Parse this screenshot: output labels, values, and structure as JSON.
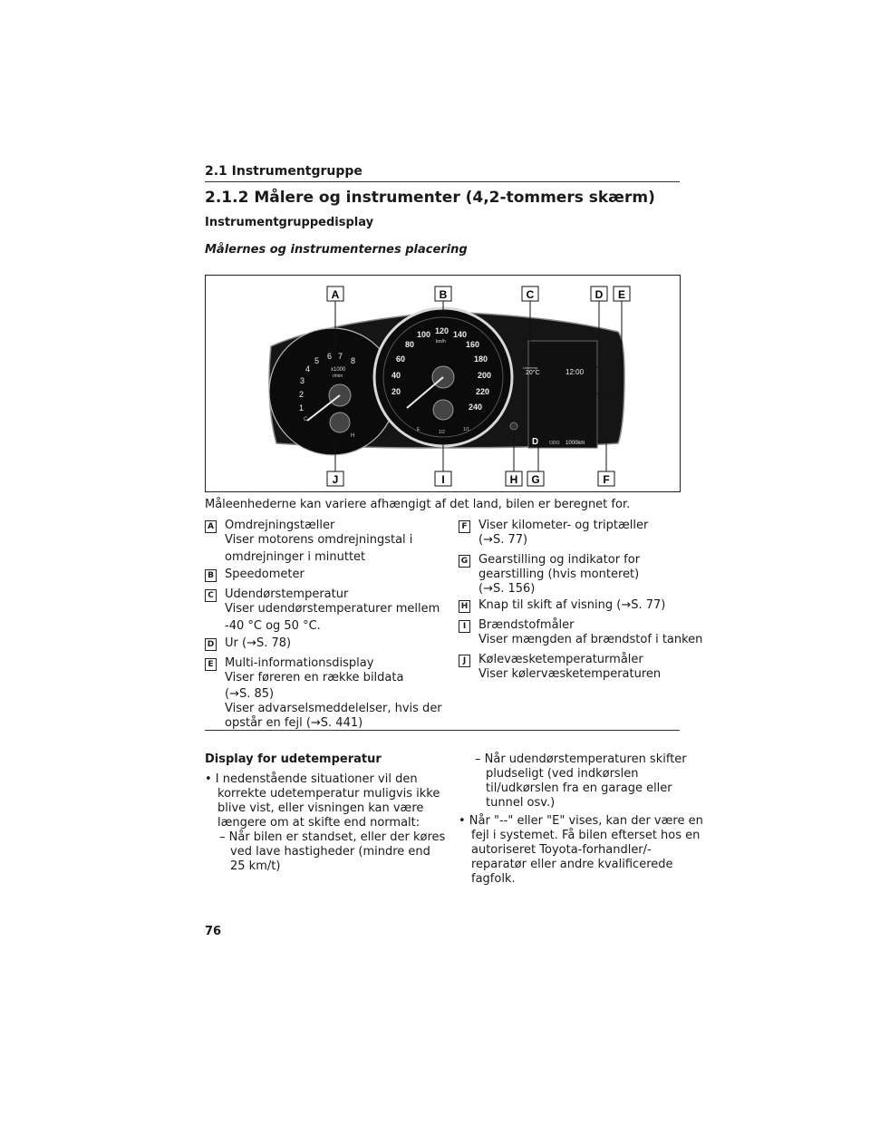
{
  "header": {
    "section": "2.1 Instrumentgruppe",
    "subsection": "2.1.2 Målere og instrumenter (4,2-tommers skærm)",
    "heading": "Instrumentgruppedisplay",
    "subheading": "Målernes og instrumenternes placering"
  },
  "figure": {
    "callouts_top": [
      "A",
      "B",
      "C",
      "D",
      "E"
    ],
    "callouts_bottom": [
      "J",
      "I",
      "H",
      "G",
      "F"
    ],
    "tacho_numbers": [
      "1",
      "2",
      "3",
      "4",
      "5",
      "6",
      "7",
      "8"
    ],
    "tacho_unit_1": "x1000",
    "tacho_unit_2": "r/min",
    "speed_numbers": [
      "20",
      "40",
      "60",
      "80",
      "100",
      "120",
      "140",
      "160",
      "180",
      "200",
      "220",
      "240"
    ],
    "speed_unit": "km/h",
    "temp_label": "Udetemp.",
    "temp_value": "20°C",
    "clock": "12:00",
    "gear": "D",
    "odo_label": "ODO",
    "odo_value": "1000km",
    "fuel_half": "1/2",
    "fuel_full": "1/1",
    "temp_h": "H",
    "temp_c": "C",
    "fuel_e": "E"
  },
  "caption": "Måleenhederne kan variere afhængigt af det land, bilen er beregnet for.",
  "items_left": [
    {
      "badge": "A",
      "lines": [
        "Omdrejningstæller",
        "Viser motorens omdrejningstal i",
        "omdrejninger i minuttet"
      ]
    },
    {
      "badge": "B",
      "lines": [
        "Speedometer"
      ]
    },
    {
      "badge": "C",
      "lines": [
        "Udendørstemperatur",
        "Viser udendørstemperaturer mellem",
        "-40 °C og 50 °C."
      ]
    },
    {
      "badge": "D",
      "lines": [
        "Ur (→S. 78)"
      ]
    },
    {
      "badge": "E",
      "lines": [
        "Multi-informationsdisplay",
        "Viser føreren en række bildata",
        "(→S. 85)",
        "Viser advarselsmeddelelser, hvis der",
        "opstår en fejl (→S. 441)"
      ]
    }
  ],
  "items_right": [
    {
      "badge": "F",
      "lines": [
        "Viser kilometer- og triptæller",
        "(→S. 77)"
      ]
    },
    {
      "badge": "G",
      "lines": [
        "Gearstilling og indikator for",
        "gearstilling (hvis monteret)",
        "(→S. 156)"
      ]
    },
    {
      "badge": "H",
      "lines": [
        "Knap til skift af visning (→S. 77)"
      ]
    },
    {
      "badge": "I",
      "lines": [
        "Brændstofmåler",
        "Viser mængden af brændstof i tanken"
      ]
    },
    {
      "badge": "J",
      "lines": [
        "Kølevæsketemperaturmåler",
        "Viser kølervæsketemperaturen"
      ]
    }
  ],
  "outside_temp": {
    "heading": "Display for udetemperatur",
    "left_bullet": [
      "•  I nedenstående situationer vil den",
      "korrekte udetemperatur muligvis ikke",
      "blive vist, eller visningen kan være",
      "længere om at skifte end normalt:"
    ],
    "left_dash": [
      "– Når bilen er standset, eller der køres",
      "ved lave hastigheder (mindre end",
      "25 km/t)"
    ],
    "right_dash": [
      "– Når udendørstemperaturen skifter",
      "pludseligt (ved indkørslen",
      "til/udkørslen fra en garage eller",
      "tunnel osv.)"
    ],
    "right_bullet": [
      "•  Når \"--\" eller \"E\" vises, kan der være en",
      "fejl i systemet. Få bilen efterset hos en",
      "autoriseret Toyota-forhandler/-",
      "reparatør eller andre kvalificerede",
      "fagfolk."
    ]
  },
  "page_number": "76"
}
